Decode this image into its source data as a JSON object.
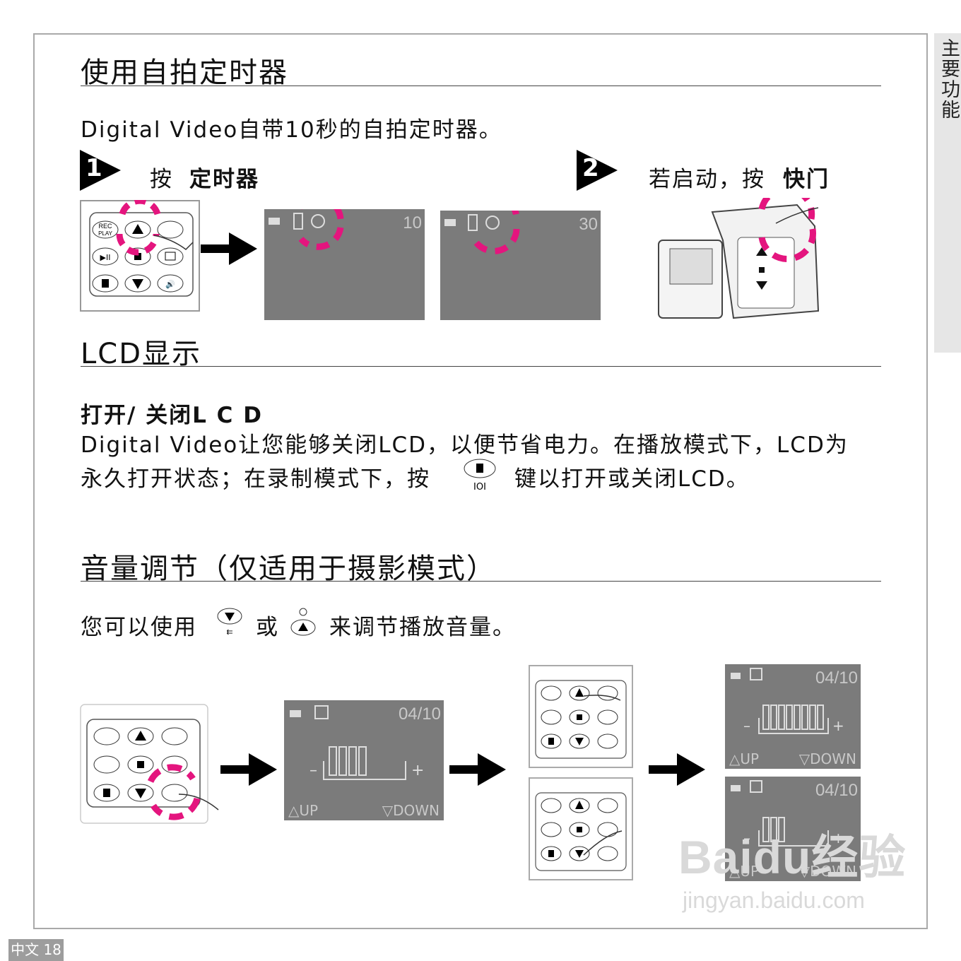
{
  "side_tab": "主要功能",
  "sections": {
    "timer": {
      "heading": "使用自拍定时器",
      "intro": "Digital  Video自带10秒的自拍定时器。",
      "step1_num": "1",
      "step1_prefix": "按",
      "step1_bold": "定时器",
      "step2_num": "2",
      "step2_prefix": "若启动，按",
      "step2_bold": "快门",
      "lcd1_count": "10",
      "lcd2_count": "30"
    },
    "lcd": {
      "heading": "LCD显示",
      "subheading": "打开/ 关闭L C D",
      "para_line1": "Digital  Video让您能够关闭LCD，以便节省电力。在播放模式下，LCD为",
      "para_line2_a": "永久打开状态；在录制模式下，按",
      "para_line2_b": "键以打开或关闭LCD。"
    },
    "volume": {
      "heading": "音量调节（仅适用于摄影模式）",
      "para_a": "您可以使用",
      "para_b": "或",
      "para_c": "来调节播放音量。",
      "lcd_count": "04/10",
      "up_label": "△UP",
      "down_label": "▽DOWN"
    }
  },
  "keypad": {
    "rec_play_top": "REC",
    "rec_play_bottom": "PLAY"
  },
  "footer": {
    "page_label": "中文 18"
  },
  "watermark": {
    "main": "Baidu经验",
    "sub": "jingyan.baidu.com"
  },
  "colors": {
    "accent_magenta": "#e4157e",
    "lcd_gray": "#7b7b7b",
    "frame_gray": "#a9a9a9"
  }
}
